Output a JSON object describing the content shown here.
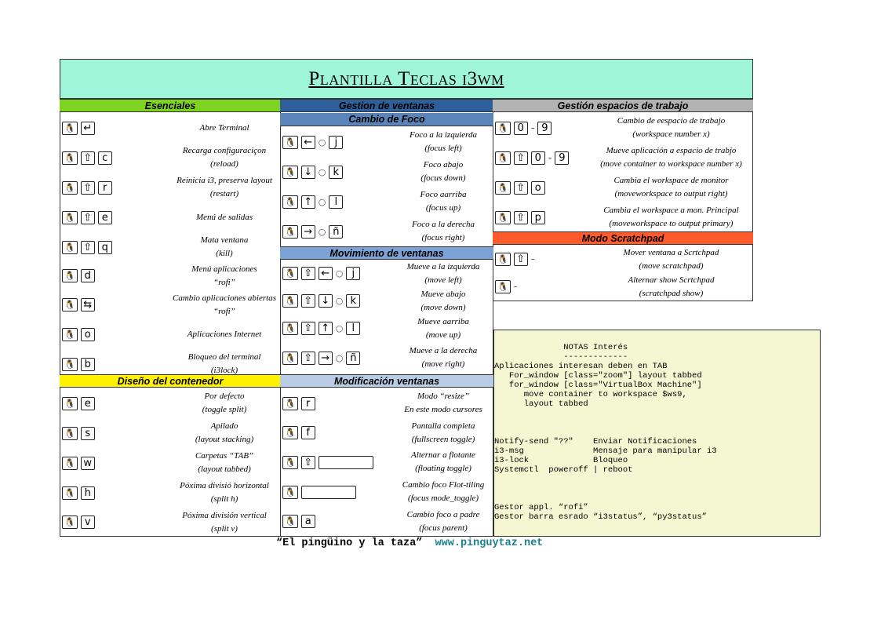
{
  "title": "Plantilla Teclas i3wm",
  "colors": {
    "title_bg": "#9ef5d8",
    "esenciales": "#7ed321",
    "gestion": "#2e5f9a",
    "cambio_foco": "#5b85b8",
    "movimiento": "#7da3d6",
    "diseno": "#fff200",
    "modificacion": "#b9cce6",
    "espacios": "#b3b3b3",
    "scratchpad": "#ff5a2c",
    "notes_bg": "#f5f7d2"
  },
  "sections": {
    "esenciales": {
      "title": "Esenciales",
      "rows": [
        {
          "keys": [
            "🐧",
            "↵"
          ],
          "line1": "Abre Terminal",
          "line2": ""
        },
        {
          "keys": [
            "🐧",
            "⇧",
            "c"
          ],
          "line1": "Recarga configuraciçon",
          "line2": "(reload)"
        },
        {
          "keys": [
            "🐧",
            "⇧",
            "r"
          ],
          "line1": "Reinicia i3, preserva layout",
          "line2": "(restart)"
        },
        {
          "keys": [
            "🐧",
            "⇧",
            "e"
          ],
          "line1": "Menú de salidas",
          "line2": ""
        },
        {
          "keys": [
            "🐧",
            "⇧",
            "q"
          ],
          "line1": "Mata ventana",
          "line2": "(kill)"
        },
        {
          "keys": [
            "🐧",
            "d"
          ],
          "line1": "Menú aplicaciones",
          "line2": "“rofi”"
        },
        {
          "keys": [
            "🐧",
            "⇆"
          ],
          "line1": "Cambio aplicaciones abiertas",
          "line2": "“rofi”"
        },
        {
          "keys": [
            "🐧",
            "o"
          ],
          "line1": "Aplicaciones Internet",
          "line2": ""
        },
        {
          "keys": [
            "🐧",
            "b"
          ],
          "line1": "Bloqueo del terminal",
          "line2": "(i3lock)"
        }
      ]
    },
    "diseno": {
      "title": "Diseño del contenedor",
      "rows": [
        {
          "keys": [
            "🐧",
            "e"
          ],
          "line1": "Por defecto",
          "line2": "(toggle split)"
        },
        {
          "keys": [
            "🐧",
            "s"
          ],
          "line1": "Apilado",
          "line2": "(layout stacking)"
        },
        {
          "keys": [
            "🐧",
            "w"
          ],
          "line1": "Carpetas “TAB”",
          "line2": "(layout tabbed)"
        },
        {
          "keys": [
            "🐧",
            "h"
          ],
          "line1": "Póxima divisió horizontal",
          "line2": "(split h)"
        },
        {
          "keys": [
            "🐧",
            "v"
          ],
          "line1": "Póxima división vertical",
          "line2": "(split v)"
        }
      ]
    },
    "gestion": {
      "title": "Gestion de ventanas",
      "cambio_foco_title": "Cambio de Foco",
      "cambio_foco_rows": [
        {
          "keys": [
            "🐧",
            "←",
            "○",
            "j"
          ],
          "line1": "Foco a la izquierda",
          "line2": "(focus left)"
        },
        {
          "keys": [
            "🐧",
            "↓",
            "○",
            "k"
          ],
          "line1": "Foco abajo",
          "line2": "(focus down)"
        },
        {
          "keys": [
            "🐧",
            "↑",
            "○",
            "l"
          ],
          "line1": "Foco aarriba",
          "line2": "(focus up)"
        },
        {
          "keys": [
            "🐧",
            "→",
            "○",
            "ñ"
          ],
          "line1": "Foco a la derecha",
          "line2": "(focus right)"
        }
      ],
      "movimiento_title": "Movimiento de ventanas",
      "movimiento_rows": [
        {
          "keys": [
            "🐧",
            "⇧",
            "←",
            "○",
            "j"
          ],
          "line1": "Mueve a la izquierda",
          "line2": "(move left)"
        },
        {
          "keys": [
            "🐧",
            "⇧",
            "↓",
            "○",
            "k"
          ],
          "line1": "Mueve abajo",
          "line2": "(move down)"
        },
        {
          "keys": [
            "🐧",
            "⇧",
            "↑",
            "○",
            "l"
          ],
          "line1": "Mueve aarriba",
          "line2": "(move up)"
        },
        {
          "keys": [
            "🐧",
            "⇧",
            "→",
            "○",
            "ñ"
          ],
          "line1": "Mueve a la derecha",
          "line2": "(move right)"
        }
      ],
      "modificacion_title": "Modificación ventanas",
      "modificacion_rows": [
        {
          "keys": [
            "🐧",
            "r"
          ],
          "line1": "Modo “resize”",
          "line2": "En este modo cursores"
        },
        {
          "keys": [
            "🐧",
            "f"
          ],
          "line1": "Pantalla completa",
          "line2": "(fullscreen toggle)"
        },
        {
          "keys": [
            "🐧",
            "⇧",
            "space"
          ],
          "line1": "Alternar a flotante",
          "line2": "(floating toggle)"
        },
        {
          "keys": [
            "🐧",
            "space"
          ],
          "line1": "Cambio foco Flot-tiling",
          "line2": "(focus mode_toggle)"
        },
        {
          "keys": [
            "🐧",
            "a"
          ],
          "line1": "Cambio foco a padre",
          "line2": "(focus parent)"
        }
      ]
    },
    "espacios": {
      "title": "Gestión espacios de trabajo",
      "rows": [
        {
          "keys": [
            "🐧",
            "0",
            "-",
            "9"
          ],
          "line1": "Cambio de eespacio de trabajo",
          "line2": "(workspace number x)"
        },
        {
          "keys": [
            "🐧",
            "⇧",
            "0",
            "-",
            "9"
          ],
          "line1": "Mueve aplicación a espacio de trabjo",
          "line2": "(move container to workspace number x)"
        },
        {
          "keys": [
            "🐧",
            "⇧",
            "o"
          ],
          "line1": "Cambia el workspace de monitor",
          "line2": "(moveworkspace to output right)"
        },
        {
          "keys": [
            "🐧",
            "⇧",
            "p"
          ],
          "line1": "Cambia el workspace a mon. Principal",
          "line2": "(moveworkspace to output primary)"
        }
      ]
    },
    "scratchpad": {
      "title": "Modo Scratchpad",
      "rows": [
        {
          "keys": [
            "🐧",
            "⇧",
            "-"
          ],
          "line1": "Mover ventana a Scrtchpad",
          "line2": "(move scratchpad)"
        },
        {
          "keys": [
            "🐧",
            "-"
          ],
          "line1": "Alternar show Scrtchpad",
          "line2": "(scratchpad show)"
        }
      ]
    }
  },
  "notes": [
    "              NOTAS Interés",
    "              -------------",
    "Aplicaciones interesan deben en TAB",
    "   For_window [class=\"zoom\"] layout tabbed",
    "   for_window [class=\"VirtualBox Machine\"]",
    "      move container to workspace $ws9,",
    "      layout tabbed",
    "",
    "",
    "",
    "Notify-send \"??\"    Enviar Notificaciones",
    "i3-msg              Mensaje para manipular i3",
    "i3-lock             Bloqueo",
    "Systemctl  poweroff | reboot",
    "",
    "",
    "",
    "Gestor appl. “rofi”",
    "Gestor barra esrado “i3status”, “py3status”"
  ],
  "footer": {
    "quote": "“El pingüino y la taza”",
    "url": "www.pinguytaz.net"
  }
}
